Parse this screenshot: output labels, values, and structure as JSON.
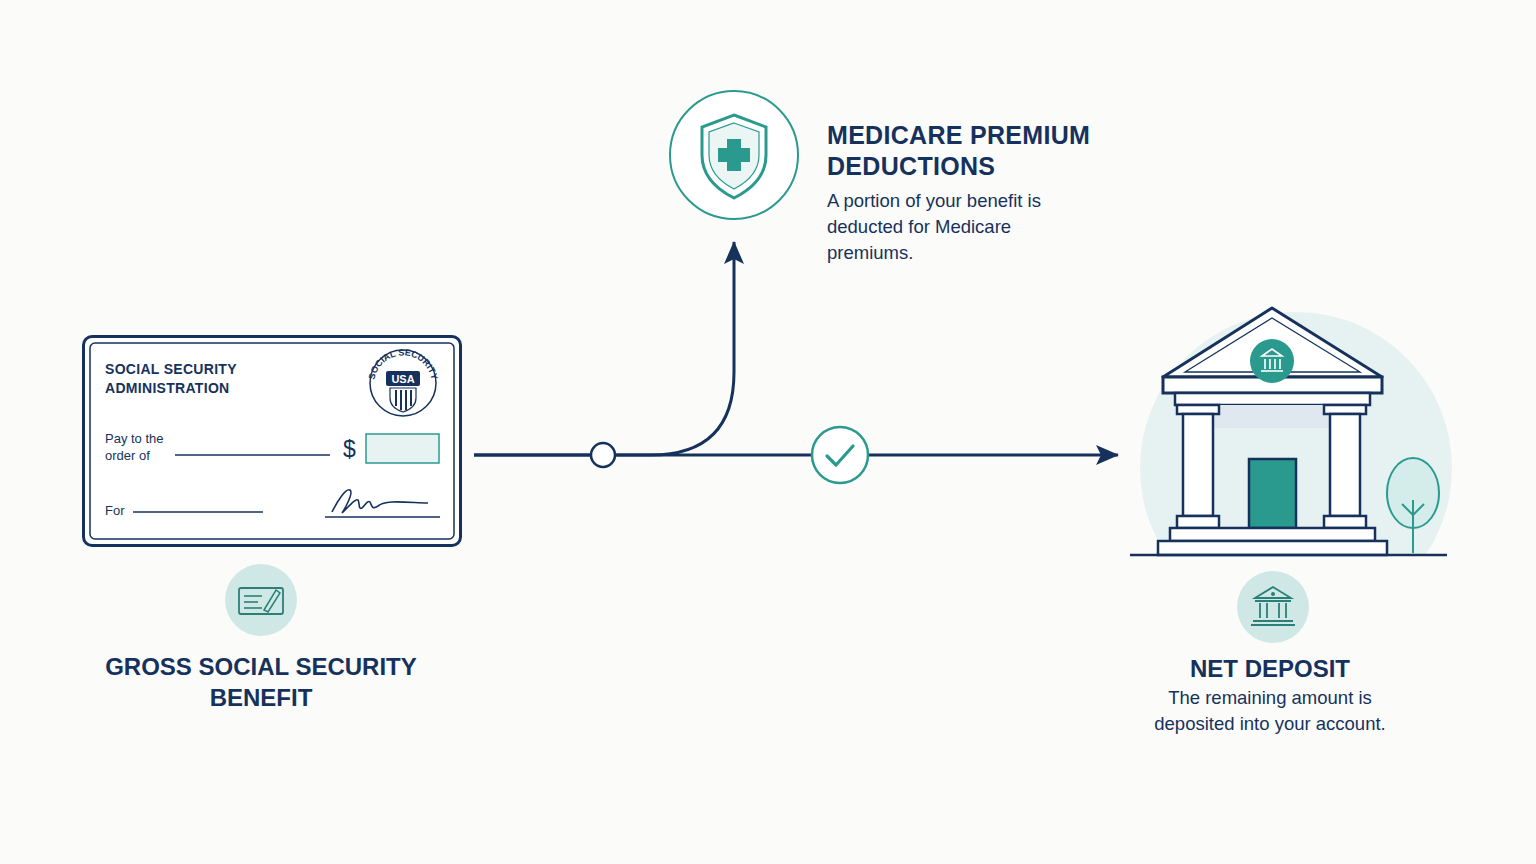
{
  "diagram": {
    "nodes": [
      {
        "text": [
          "SOCIAL SECURITY ADMINISTRATION",
          "Pay to the order of",
          "$",
          "For",
          "GROSS SOCIAL SECURITY BENEFIT"
        ]
      },
      {
        "text": [
          "MEDICARE PREMIUM DEDUCTIONS",
          "A portion of your benefit is deducted for Medicare premiums."
        ]
      },
      {
        "text": [
          "NET DEPOSIT",
          "The remaining amount is deposited into your account."
        ]
      }
    ],
    "edges": [
      {
        "from": 0,
        "to": 1,
        "arrow": "to"
      },
      {
        "from": 0,
        "to": 2,
        "arrow": "to"
      }
    ],
    "labels": [
      "SOCIAL SECURITY",
      "USA"
    ]
  }
}
